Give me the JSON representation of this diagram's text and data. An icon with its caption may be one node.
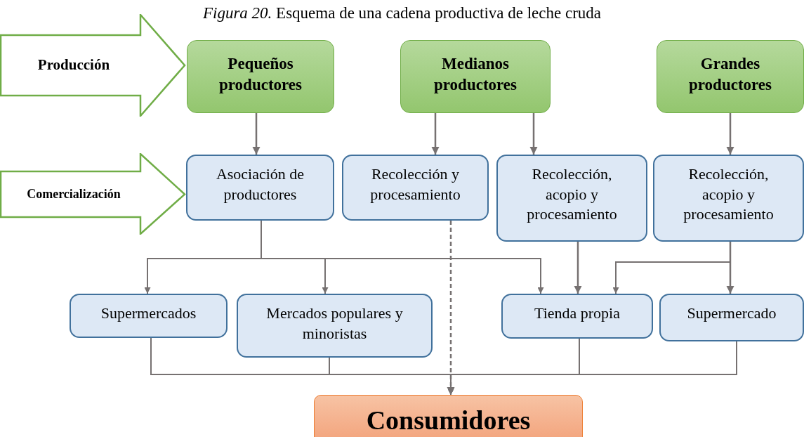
{
  "diagram": {
    "title": "*Figura 20.* Esquema de una cadena productiva de leche cruda",
    "nodes": [
      {
        "text": [
          "Producción"
        ]
      },
      {
        "text": [
          "Comercialización"
        ]
      },
      {
        "text": [
          "Pequeños productores"
        ]
      },
      {
        "text": [
          "Medianos productores"
        ]
      },
      {
        "text": [
          "Grandes productores"
        ]
      },
      {
        "text": [
          "Asociación de productores"
        ]
      },
      {
        "text": [
          "Recolección y procesamiento"
        ]
      },
      {
        "text": [
          "Recolección, acopio y procesamiento"
        ]
      },
      {
        "text": [
          "Recolección, acopio y procesamiento"
        ]
      },
      {
        "text": [
          "Supermercados"
        ]
      },
      {
        "text": [
          "Mercados populares y minoristas"
        ]
      },
      {
        "text": [
          "Tienda propia"
        ]
      },
      {
        "text": [
          "Supermercado"
        ]
      },
      {
        "text": [
          "Consumidores"
        ]
      }
    ],
    "edges": [
      {
        "from": 2,
        "to": 5,
        "arrow": "to"
      },
      {
        "from": 3,
        "to": 6,
        "arrow": "to"
      },
      {
        "from": 3,
        "to": 7,
        "arrow": "to"
      },
      {
        "from": 4,
        "to": 8,
        "arrow": "to"
      },
      {
        "from": 5,
        "to": 9,
        "arrow": "to"
      },
      {
        "from": 5,
        "to": 10,
        "arrow": "to"
      },
      {
        "from": 5,
        "to": 11,
        "arrow": "to"
      },
      {
        "from": 7,
        "to": 11,
        "arrow": "to"
      },
      {
        "from": 8,
        "to": 11,
        "arrow": "to"
      },
      {
        "from": 8,
        "to": 12,
        "arrow": "to"
      },
      {
        "from": 6,
        "to": 13,
        "arrow": "to",
        "style": "dashed"
      },
      {
        "from": 9,
        "to": 13,
        "arrow": "to"
      },
      {
        "from": 10,
        "to": 13,
        "arrow": "to"
      },
      {
        "from": 11,
        "to": 13,
        "arrow": "to"
      },
      {
        "from": 12,
        "to": 13,
        "arrow": "to"
      }
    ]
  }
}
